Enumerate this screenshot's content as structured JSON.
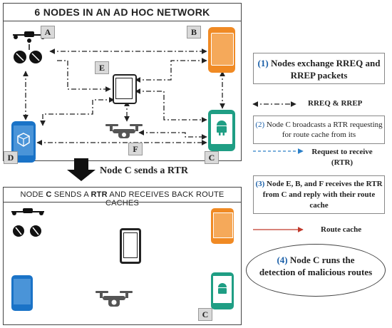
{
  "top_panel": {
    "title": "6 NODES IN AN AD HOC NETWORK"
  },
  "bottom_panel": {
    "title_parts": [
      "NODE ",
      "C",
      " SENDS A ",
      "RTR",
      " AND RECEIVES BACK ROUTE CACHES"
    ]
  },
  "nodes": {
    "A": "A",
    "B": "B",
    "C": "C",
    "D": "D",
    "E": "E",
    "F": "F",
    "C2": "C"
  },
  "transition": {
    "label": "Node C sends a RTR"
  },
  "steps": [
    {
      "num": "(1)",
      "text": "Nodes exchange RREQ and RREP packets"
    },
    {
      "num": "(2)",
      "text": "Node C broadcasts a RTR requesting for route cache from its"
    },
    {
      "num": "(3)",
      "text": "Node E, B, and F receives the RTR from C and reply with their route cache"
    },
    {
      "num": "(4)",
      "text": "Node C runs the detection of malicious routes"
    }
  ],
  "legend": {
    "rreq": "RREQ & RREP",
    "request_line1": "Request to receive",
    "request_line2": "(RTR)",
    "route_cache": "Route cache"
  },
  "colors": {
    "orange": "#f08a24",
    "teal": "#1f9e84",
    "blue": "#1a73c7",
    "dark": "#222222",
    "red": "#c0392b",
    "dashblue": "#2b7fc7",
    "num": "#1a5fa8"
  }
}
